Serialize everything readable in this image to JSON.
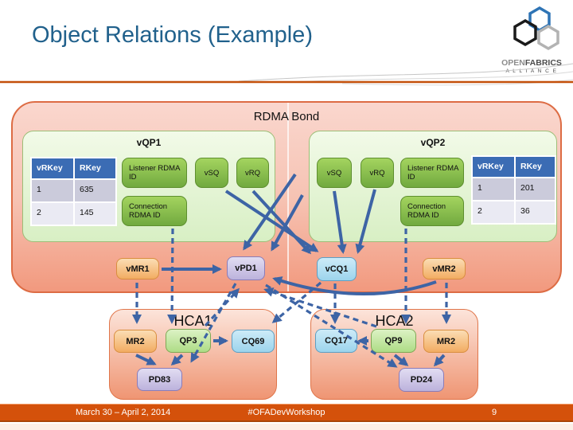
{
  "title": "Object Relations (Example)",
  "logo": {
    "brand_light": "OPEN",
    "brand_bold": "FABRICS",
    "alliance": "A L L I A N C E"
  },
  "bond": {
    "label": "RDMA Bond",
    "vqp1": {
      "label": "vQP1",
      "table": {
        "headers": [
          "vRKey",
          "RKey"
        ],
        "rows": [
          [
            "1",
            "635"
          ],
          [
            "2",
            "145"
          ]
        ]
      },
      "listener": "Listener RDMA ID",
      "connection": "Connection RDMA ID",
      "vsq": "vSQ",
      "vrq": "vRQ"
    },
    "vqp2": {
      "label": "vQP2",
      "table": {
        "headers": [
          "vRKey",
          "RKey"
        ],
        "rows": [
          [
            "1",
            "201"
          ],
          [
            "2",
            "36"
          ]
        ]
      },
      "listener": "Listener RDMA ID",
      "connection": "Connection RDMA ID",
      "vsq": "vSQ",
      "vrq": "vRQ"
    },
    "vmr1": "vMR1",
    "vpd1": "vPD1",
    "vcq1": "vCQ1",
    "vmr2": "vMR2"
  },
  "hca1": {
    "label": "HCA1",
    "mr": "MR2",
    "qp": "QP3",
    "cq": "CQ69",
    "pd": "PD83"
  },
  "hca2": {
    "label": "HCA2",
    "cq": "CQ17",
    "qp": "QP9",
    "mr": "MR2",
    "pd": "PD24"
  },
  "footer": {
    "date": "March 30 – April 2, 2014",
    "event": "#OFADevWorkshop",
    "page": "9"
  },
  "colors": {
    "title_blue": "#21618C",
    "accent_orange": "#D4510B",
    "arrow_blue": "#3D64A5",
    "table_header_blue": "#3B6CB4",
    "bond_border": "#DD6C44",
    "green_box": "#84BC49"
  }
}
